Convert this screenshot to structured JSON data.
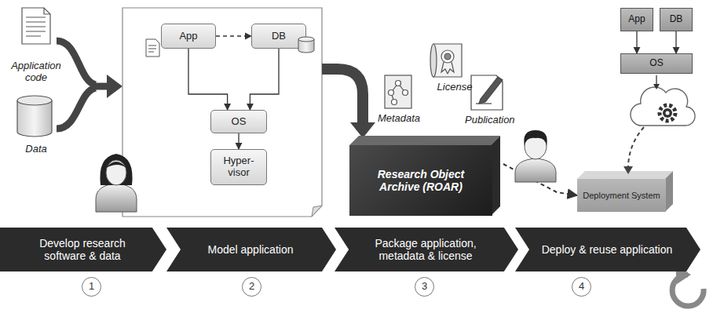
{
  "diagram": {
    "nodes": [
      {
        "text": [
          "App"
        ]
      },
      {
        "text": [
          "DB"
        ]
      },
      {
        "text": [
          "OS"
        ]
      },
      {
        "text": [
          "Hyper-visor"
        ]
      },
      {
        "text": [
          "Research Object Archive (ROAR)"
        ]
      },
      {
        "text": [
          "Deployment System"
        ]
      },
      {
        "text": [
          "App"
        ]
      },
      {
        "text": [
          "DB"
        ]
      },
      {
        "text": [
          "OS"
        ]
      },
      {
        "text": [
          "Develop research software & data"
        ]
      },
      {
        "text": [
          "1"
        ],
        "in": 9
      },
      {
        "text": [
          "Model application"
        ]
      },
      {
        "text": [
          "2"
        ],
        "in": 11
      },
      {
        "text": [
          "Package application, metadata & license"
        ]
      },
      {
        "text": [
          "3"
        ],
        "in": 13
      },
      {
        "text": [
          "Deploy & reuse application"
        ]
      },
      {
        "text": [
          "4"
        ],
        "in": 15
      }
    ],
    "edges": [
      {
        "from": 0,
        "to": 1,
        "arrow": "to"
      },
      {
        "from": 0,
        "to": 2,
        "arrow": "to"
      },
      {
        "from": 1,
        "to": 2,
        "arrow": "to"
      },
      {
        "from": 2,
        "to": 3,
        "arrow": "to"
      },
      {
        "from": 4,
        "to": 5,
        "arrow": "to"
      },
      {
        "from": 6,
        "to": 8,
        "arrow": "to"
      },
      {
        "from": 7,
        "to": 8,
        "arrow": "to"
      }
    ],
    "labels": [
      "Application code",
      "Data",
      "Metadata",
      "License",
      "Publication"
    ]
  }
}
